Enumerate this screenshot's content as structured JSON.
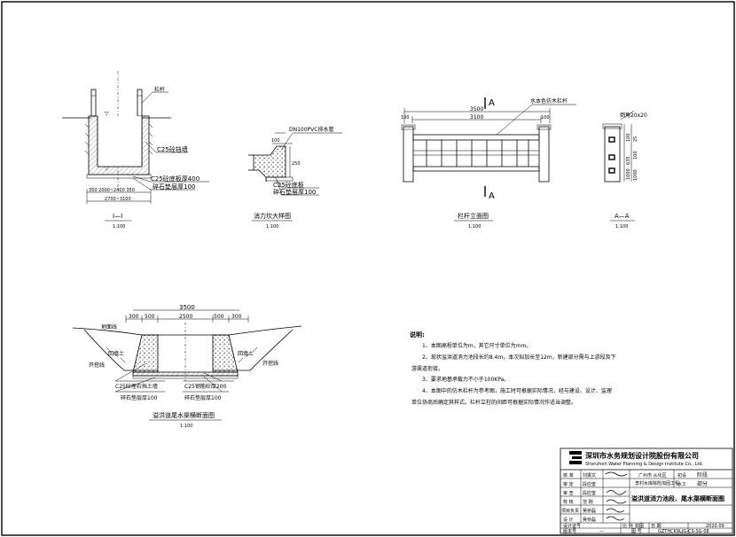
{
  "drawings": {
    "section_1": {
      "label_top": "栏杆",
      "wall_label": "C25砼挡墙",
      "slab_label": "C25砼底板厚400",
      "gravel_label": "碎石垫层厚100",
      "dim_row1": "350  2000~2400  350",
      "dim_row2": "2700~3100",
      "title": "I—I",
      "scale": "1:100",
      "elev_left": "▽",
      "elev_bottom": "▽"
    },
    "stilling_detail": {
      "pipe_label": "DN100PVC排水管",
      "dim_100": "100",
      "dim_v": "250",
      "slab_label": "C25砼底板",
      "gravel_label": "碎石垫层厚100",
      "title": "消力坎大样图",
      "scale": "1:100"
    },
    "railing_elevation": {
      "section_mark_top": "A",
      "section_mark_bottom": "A",
      "material_label": "水本色仿木栏杆",
      "dim_total": "3500",
      "dim_inner": "3100",
      "dim_left": "100",
      "dim_right": "100",
      "title": "栏杆立面图",
      "scale": "1:100"
    },
    "section_a": {
      "chamfer_label": "倒角20x20",
      "dims": [
        "100",
        "1000",
        "635",
        "25",
        "100",
        "1000"
      ],
      "title": "A—A",
      "scale": "1:100"
    },
    "tail_section": {
      "dim_total": "3500",
      "dims_row": [
        "300",
        "500",
        "2500",
        "500",
        "300"
      ],
      "ground_label": "地面线",
      "backfill_left": "回填土",
      "backfill_right": "回填土",
      "excav_left": "开挖线",
      "excav_right": "开挖线",
      "wall_label": "C25砼埋石挡土墙",
      "gravel_label": "碎石垫层厚100",
      "slab_label": "C25钢筋砼厚200",
      "gravel_label2": "碎石垫层厚100",
      "title": "溢洪道尾水渠横断面图",
      "scale": "1:100"
    }
  },
  "notes": {
    "heading": "说明:",
    "lines": [
      "1、本图高程单位为m，其它尺寸单位为mm。",
      "2、现状溢洪道消力池段长约8.4m，本次拟加长至12m，新建部分需与上游段及下",
      "游渠道衔接。",
      "3、要求地基承载力不小于100KPa。",
      "4、本图中的仿木栏杆为参考图，施工时可根据实际情况，经与建设、设计、监理",
      "单位协商后确定其样式。栏杆立柱的间距可根据实际情况作适当调整。"
    ]
  },
  "title_block": {
    "company_cn": "深圳市水务规划设计院股份有限公司",
    "company_en": "Shenzhen Water Planning & Design Institute Co., Ltd.",
    "roles": [
      "核  准",
      "审  定",
      "审  查",
      "校  核",
      "项目负责",
      "设  计"
    ],
    "role_names": [
      "刘振文",
      "段应奎",
      "段应奎",
      "范  刚",
      "吴桥磊",
      "吴桥磊"
    ],
    "project_client": "广州市  从化区",
    "project_name": "李村水库除险加固工程",
    "stage_label": "初设",
    "stage_value": "阶段",
    "spec_label": "水工",
    "spec_value": "部分",
    "drawing_title": "溢洪道消力池段、尾水渠横断面图",
    "bottom_left": "设计证号",
    "bottom_mid1": "比  例",
    "bottom_mid2": "如图",
    "bottom_date_label": "日  期",
    "bottom_date": "2020.09",
    "drawing_no_label": "图  号",
    "drawing_no": "GZTHCK9LJG-CS-SG-08",
    "version_label": "版本号",
    "version": "—"
  }
}
